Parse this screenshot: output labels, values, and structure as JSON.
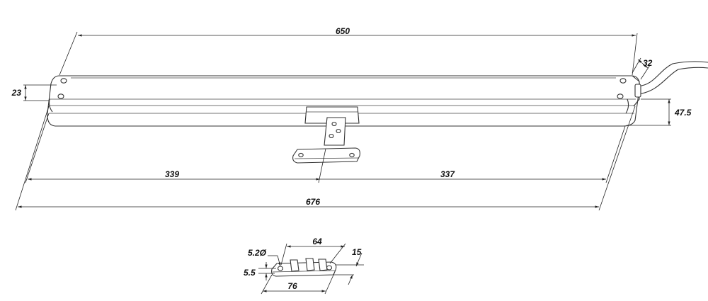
{
  "dimensions": {
    "top_length": "650",
    "end_height": "23",
    "end_width": "32",
    "body_height": "47.5",
    "left_section": "339",
    "right_section": "337",
    "overall_length": "676",
    "bracket_span": "64",
    "bracket_length": "76",
    "bracket_depth": "15",
    "hole_diameter": "5.2Ø",
    "hole_offset": "5.5"
  },
  "colors": {
    "line": "#222222",
    "background": "#ffffff"
  }
}
